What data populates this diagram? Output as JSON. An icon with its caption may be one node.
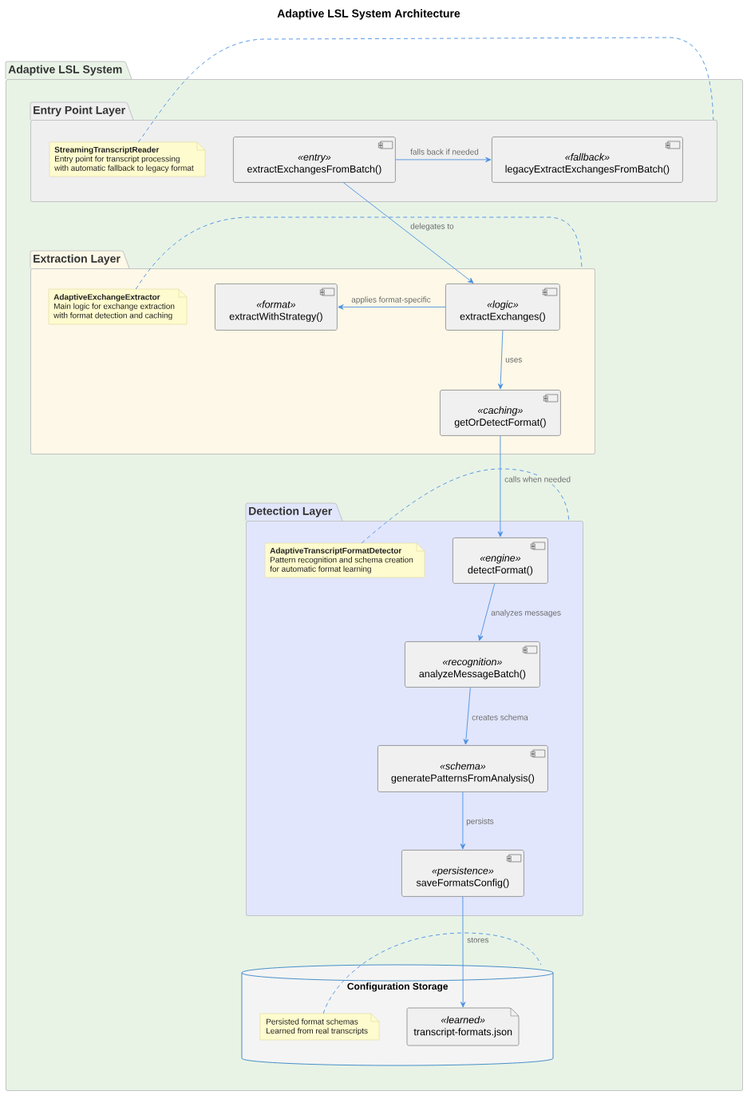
{
  "diagram": {
    "title": "Adaptive LSL System Architecture",
    "nodes": [
      {
        "text": [
          "Adaptive LSL System"
        ]
      },
      {
        "text": [
          "Entry Point Layer"
        ],
        "in": 0
      },
      {
        "text": [
          "StreamingTranscriptReader",
          "Entry point for transcript processing with automatic fallback to legacy format"
        ],
        "in": 1
      },
      {
        "text": [
          "«entry»",
          "extractExchangesFromBatch()"
        ],
        "in": 1
      },
      {
        "text": [
          "«fallback»",
          "legacyExtractExchangesFromBatch()"
        ],
        "in": 1
      },
      {
        "text": [
          "Extraction Layer"
        ],
        "in": 0
      },
      {
        "text": [
          "AdaptiveExchangeExtractor",
          "Main logic for exchange extraction with format detection and caching"
        ],
        "in": 5
      },
      {
        "text": [
          "«format»",
          "extractWithStrategy()"
        ],
        "in": 5
      },
      {
        "text": [
          "«logic»",
          "extractExchanges()"
        ],
        "in": 5
      },
      {
        "text": [
          "«caching»",
          "getOrDetectFormat()"
        ],
        "in": 5
      },
      {
        "text": [
          "Detection Layer"
        ],
        "in": 0
      },
      {
        "text": [
          "AdaptiveTranscriptFormatDetector",
          "Pattern recognition and schema creation for automatic format learning"
        ],
        "in": 10
      },
      {
        "text": [
          "«engine»",
          "detectFormat()"
        ],
        "in": 10
      },
      {
        "text": [
          "«recognition»",
          "analyzeMessageBatch()"
        ],
        "in": 10
      },
      {
        "text": [
          "«schema»",
          "generatePatternsFromAnalysis()"
        ],
        "in": 10
      },
      {
        "text": [
          "«persistence»",
          "saveFormatsConfig()"
        ],
        "in": 10
      },
      {
        "text": [
          "Configuration Storage"
        ],
        "in": 0
      },
      {
        "text": [
          "Persisted format schemas",
          "Learned from real transcripts"
        ],
        "in": 16
      },
      {
        "text": [
          "«learned»",
          "transcript-formats.json"
        ],
        "in": 16
      }
    ],
    "edges": [
      {
        "from": 3,
        "to": 4,
        "arrow": "to",
        "label": "falls back if needed"
      },
      {
        "from": 3,
        "to": 8,
        "arrow": "to",
        "label": "delegates to"
      },
      {
        "from": 8,
        "to": 7,
        "arrow": "to",
        "label": "applies format-specific"
      },
      {
        "from": 8,
        "to": 9,
        "arrow": "to",
        "label": "uses"
      },
      {
        "from": 9,
        "to": 12,
        "arrow": "to",
        "label": "calls when needed"
      },
      {
        "from": 12,
        "to": 13,
        "arrow": "to",
        "label": "analyzes messages"
      },
      {
        "from": 13,
        "to": 14,
        "arrow": "to",
        "label": "creates schema"
      },
      {
        "from": 14,
        "to": 15,
        "arrow": "to",
        "label": "persists"
      },
      {
        "from": 15,
        "to": 18,
        "arrow": "to",
        "label": "stores"
      },
      {
        "from": 2,
        "to": 1,
        "arrow": "none",
        "style": "dashed"
      },
      {
        "from": 6,
        "to": 5,
        "arrow": "none",
        "style": "dashed"
      },
      {
        "from": 11,
        "to": 10,
        "arrow": "none",
        "style": "dashed"
      },
      {
        "from": 17,
        "to": 16,
        "arrow": "none",
        "style": "dashed"
      }
    ]
  }
}
